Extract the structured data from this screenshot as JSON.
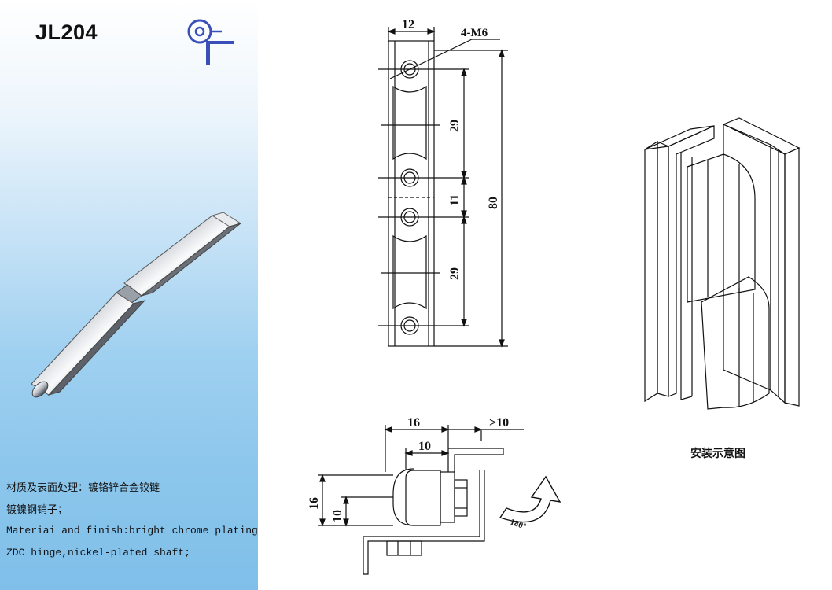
{
  "header": {
    "model": "JL204"
  },
  "icons": {
    "logo": "brand-logo-icon",
    "rotation": "rotation-arrow-icon"
  },
  "description": {
    "cn_line1": "材质及表面处理：镀铬锌合金铰链",
    "cn_line2": "镀镍钢销子；",
    "en_line1": "Materiai and finish:bright chrome plating",
    "en_line2": "ZDC hinge,nickel-plated shaft;"
  },
  "front_view": {
    "width": "12",
    "holes": "4-M6",
    "pitch_top": "29",
    "gap": "11",
    "pitch_bottom": "29",
    "total_length": "80"
  },
  "top_view": {
    "overall": "16",
    "min_clearance": ">10",
    "offset": "10",
    "height": "16",
    "inner_height": "10",
    "rotation": "180°"
  },
  "installation": {
    "caption": "安装示意图"
  },
  "colors": {
    "panel_top": "#ffffff",
    "panel_bottom": "#7fbfe9",
    "logo": "#3a4fb8",
    "line": "#111111"
  }
}
